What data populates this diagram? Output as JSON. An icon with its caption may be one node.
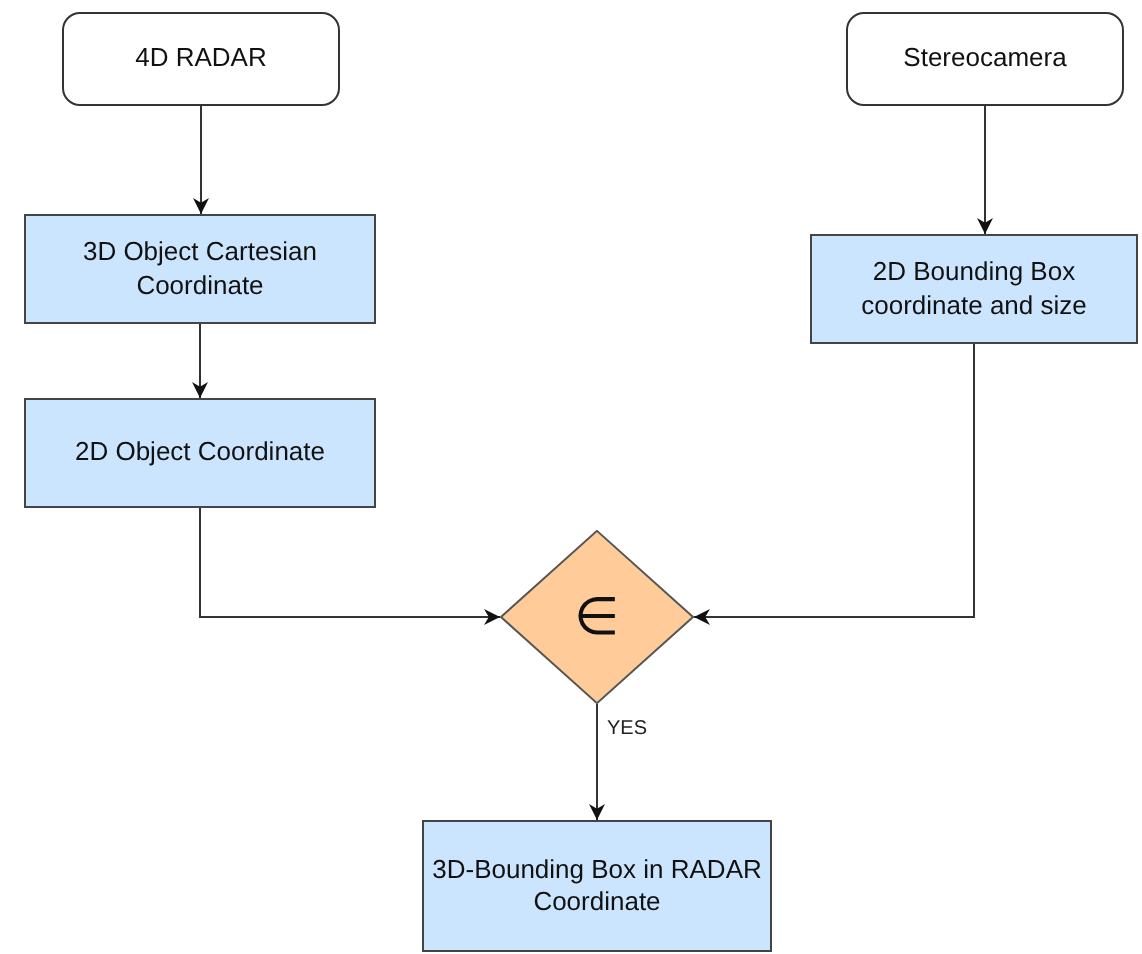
{
  "diagram": {
    "nodes": [
      {
        "text": [
          "4D RADAR"
        ]
      },
      {
        "text": [
          "Stereocamera"
        ]
      },
      {
        "text": [
          "3D Object Cartesian Coordinate"
        ]
      },
      {
        "text": [
          "2D Object Coordinate"
        ]
      },
      {
        "text": [
          "2D Bounding Box coordinate and size"
        ]
      },
      {
        "text": [
          "∈"
        ]
      },
      {
        "text": [
          "3D-Bounding Box in RADAR Coordinate"
        ]
      }
    ],
    "edges": [
      {
        "from": 0,
        "to": 2,
        "arrow": "to"
      },
      {
        "from": 2,
        "to": 3,
        "arrow": "to"
      },
      {
        "from": 3,
        "to": 5,
        "arrow": "to"
      },
      {
        "from": 1,
        "to": 4,
        "arrow": "to"
      },
      {
        "from": 4,
        "to": 5,
        "arrow": "to"
      },
      {
        "from": 5,
        "to": 6,
        "arrow": "to",
        "label": "YES"
      }
    ]
  }
}
